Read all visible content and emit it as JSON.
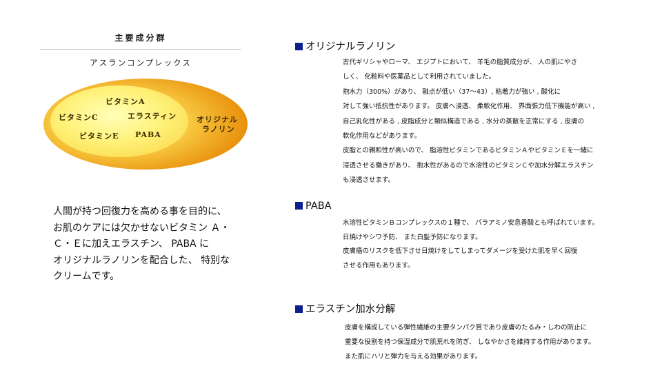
{
  "left": {
    "title": "主要成分群",
    "complex_name": "アスランコンプレックス",
    "ingredients": {
      "vit_a": "ビタミンA",
      "vit_c": "ビタミンC",
      "elastin": "エラスティン",
      "vit_e": "ビタミンE",
      "paba": "PABA",
      "lanolin_line1": "オリジナル",
      "lanolin_line2": "ラノリン"
    },
    "intro_lines": [
      "人間が持つ回復力を高める事を目的に、",
      "お肌のケアには欠かせないビタミン Ａ・",
      "Ｃ・Ｅに加えエラスチン、 PABA に",
      "オリジナルラノリンを配合した、 特別な",
      "クリームです。"
    ]
  },
  "sections": [
    {
      "title": "オリジナルラノリン",
      "lines": [
        "古代ギリシャやローマ、 エジプトにおいて、 羊毛の脂質成分が、 人の肌にやさ",
        "しく、 化粧料や医薬品として利用されていました。",
        "抱水力（300%）があり、 融点が低い（37～43）, 粘着力が強い , 酸化に",
        "対して強い抵抗性があります。 皮膚へ浸透、 柔軟化作用、 界面張力低下機能が高い ,",
        "自己乳化性がある , 皮脂成分と類似構造である , 水分の蒸散を正常にする , 皮膚の",
        "軟化作用などがあります。",
        "皮脂との親和性が高いので、 脂溶性ビタミンであるビタミンＡやビタミンＥを一緒に",
        "浸透させる働きがあり、 抱水性があるので水溶性のビタミンＣや加水分解エラスチン",
        "も浸透させます。"
      ]
    },
    {
      "title": "PABA",
      "lines": [
        "水溶性ビタミンＢコンプレックスの１種で、 パラアミノ安息香酸とも呼ばれています。",
        "日焼けやシワ予防、 また白髪予防になります。",
        "皮膚癌のリスクを低下させ日焼けをしてしまってダメージを受けた肌を早く回復",
        "させる作用もあります。"
      ]
    },
    {
      "title": "エラスチン加水分解",
      "lines": [
        "皮膚を構成している弾性繊維の主要タンパク質であり皮膚のたるみ・しわの防止に",
        "重要な役割を持つ保湿成分で肌荒れを防ぎ、 しなやかさを維持する作用があります。",
        "また肌にハリと弾力を与える効果があります。"
      ]
    }
  ],
  "colors": {
    "square": "#0d1f8c",
    "ellipse_outer": "#e8940c",
    "ellipse_inner": "#fff07a"
  }
}
